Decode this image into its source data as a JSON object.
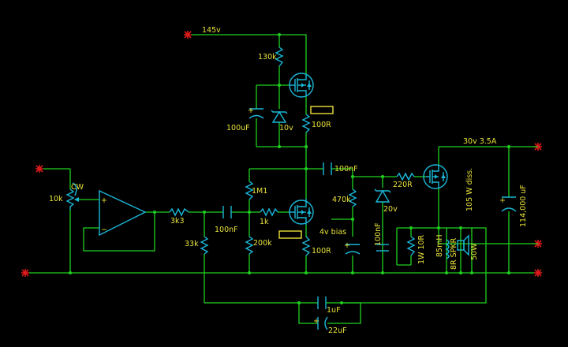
{
  "labels": {
    "v145": "145v",
    "r130k": "130k",
    "c100uf": "100uF",
    "z10v": "10v",
    "r100r_top": "100R",
    "v30": "30v 3.5A",
    "c100nf_mid": "100nF",
    "r470k": "470k",
    "r220r": "220R",
    "diss": "105 W diss.",
    "c114000": "114,000 uF",
    "cw": "CW",
    "pot10k": "10k",
    "r3k3": "3k3",
    "c100nf_left": "100nF",
    "r1m1": "1M1",
    "r1k": "1k",
    "z20v": "20v",
    "bias4v": "4v bias",
    "c100nf_vert": "100nF",
    "r33k": "33k",
    "r200k": "200k",
    "r100r_bot": "100R",
    "r1w10r": "1W 10R",
    "l85mh": "85mH",
    "spk": "8R SPKR",
    "w50": "50W",
    "c1uf": "1uF",
    "c22uf": "22uF",
    "plus_a": "+",
    "plus_b": "+",
    "plus_c": "+",
    "plus_d": "+",
    "opamp_plus": "+",
    "opamp_minus": "−"
  },
  "colors": {
    "wire": "#1fd11f",
    "component": "#1ab8d8",
    "label": "#e8e23a",
    "terminal": "#e01b1b",
    "background": "#000000"
  }
}
